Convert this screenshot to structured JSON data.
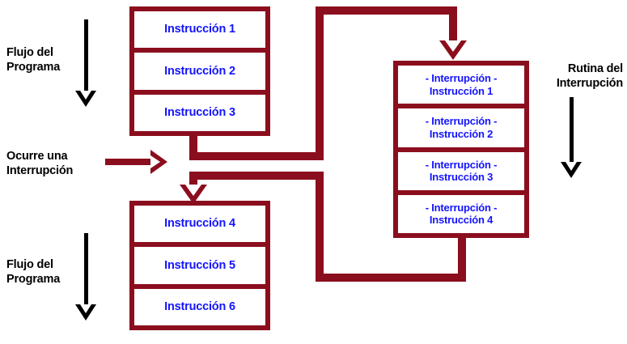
{
  "diagram": {
    "title_text_color": "#000000",
    "instruction_text_color": "#1414FF",
    "box_color": "#8B0E1E",
    "background": "#ffffff"
  },
  "labels": {
    "flujo_top": {
      "line1": "Flujo del",
      "line2": "Programa"
    },
    "flujo_bottom": {
      "line1": "Flujo del",
      "line2": "Programa"
    },
    "ocurre": {
      "line1": "Ocurre una",
      "line2": "Interrupción"
    },
    "rutina": {
      "line1": "Rutina del",
      "line2": "Interrupción"
    }
  },
  "main_program_top": {
    "cells": [
      {
        "line1": "Instrucción 1",
        "line2": ""
      },
      {
        "line1": "Instrucción 2",
        "line2": ""
      },
      {
        "line1": "Instrucción 3",
        "line2": ""
      }
    ]
  },
  "main_program_bottom": {
    "cells": [
      {
        "line1": "Instrucción 4",
        "line2": ""
      },
      {
        "line1": "Instrucción 5",
        "line2": ""
      },
      {
        "line1": "Instrucción 6",
        "line2": ""
      }
    ]
  },
  "interrupt_routine": {
    "cells": [
      {
        "line1": "- Interrupción -",
        "line2": "Instrucción 1"
      },
      {
        "line1": "- Interrupción -",
        "line2": "Instrucción 2"
      },
      {
        "line1": "- Interrupción -",
        "line2": "Instrucción 3"
      },
      {
        "line1": "- Interrupción -",
        "line2": "Instrucción 4"
      }
    ]
  }
}
